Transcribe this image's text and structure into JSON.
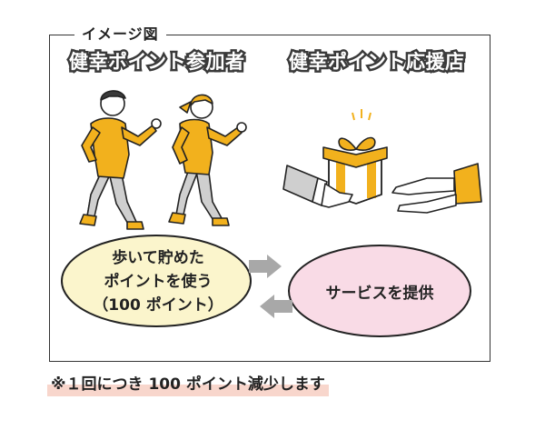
{
  "frame_title": "イメージ図",
  "headings": {
    "participant": "健幸ポイント参加者",
    "supporter": "健幸ポイント応援店"
  },
  "bubble_left": {
    "line1": "歩いて貯めた",
    "line2": "ポイントを使う",
    "line3": "（100 ポイント）"
  },
  "bubble_right": {
    "text": "サービスを提供"
  },
  "footnote": "※１回につき 100 ポイント減少します",
  "colors": {
    "accent_yellow": "#f2b11d",
    "bubble_left_fill": "#fbf5cc",
    "bubble_right_fill": "#f9dbe6",
    "arrow_gray": "#a8a8a8",
    "footnote_highlight": "#f8d6cc"
  },
  "icons": [
    "runner-man-icon",
    "runner-woman-icon",
    "gift-box-icon",
    "giving-hand-icon",
    "receiving-hands-icon",
    "arrow-right-icon",
    "arrow-left-icon"
  ]
}
